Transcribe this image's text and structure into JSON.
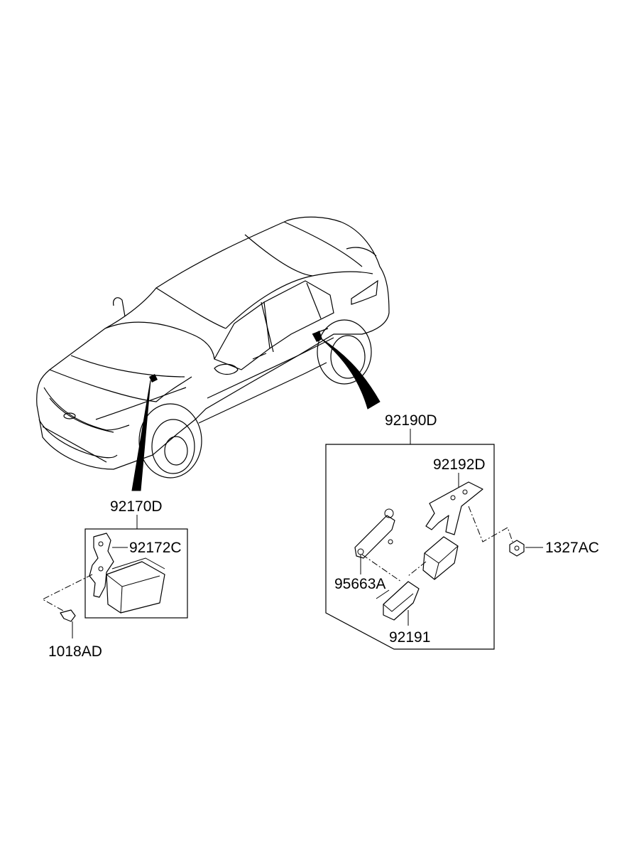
{
  "callouts": {
    "assy_front": "92170D",
    "bracket_front": "92172C",
    "bolt": "1018AD",
    "assy_rear": "92190D",
    "bracket_rear": "92192D",
    "nut": "1327AC",
    "connector": "95663A",
    "sensor": "92191"
  },
  "colors": {
    "line": "#000000",
    "background": "#ffffff"
  }
}
